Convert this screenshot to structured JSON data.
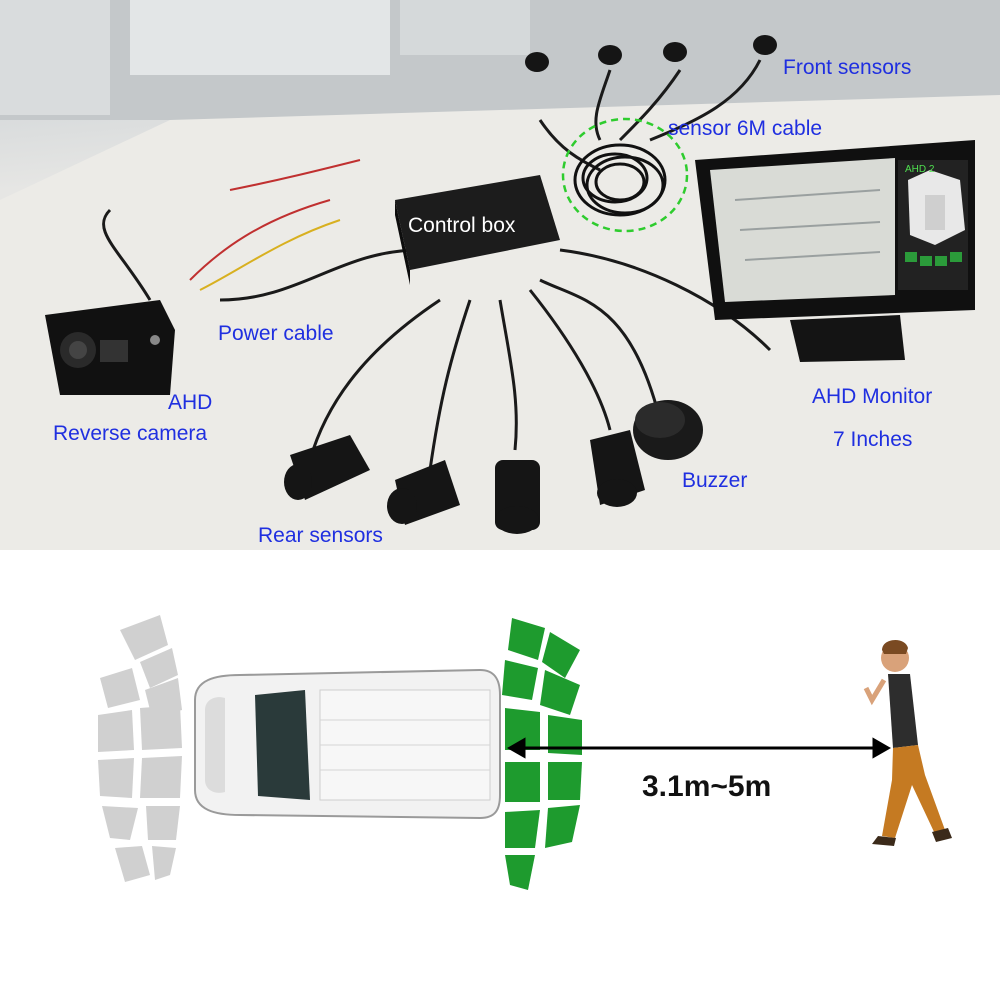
{
  "photo": {
    "labels": {
      "front_sensors": "Front sensors",
      "sensor_cable": "sensor 6M cable",
      "control_box": "Control box",
      "power_cable": "Power cable",
      "ahd_camera_line1": "AHD",
      "ahd_camera_line2": "Reverse camera",
      "monitor_line1": "AHD Monitor",
      "monitor_line2": "7 Inches",
      "buzzer": "Buzzer",
      "rear_sensors": "Rear sensors"
    },
    "monitor_screen_text": "AHD 2",
    "colors": {
      "label": "#1f2fe0",
      "highlight_circle": "#2ecc2e"
    }
  },
  "diagram": {
    "distance_label": "3.1m~5m",
    "colors": {
      "active_zone": "#1e9b2e",
      "inactive_zone": "#d0d0d0",
      "arrow": "#000000"
    }
  }
}
